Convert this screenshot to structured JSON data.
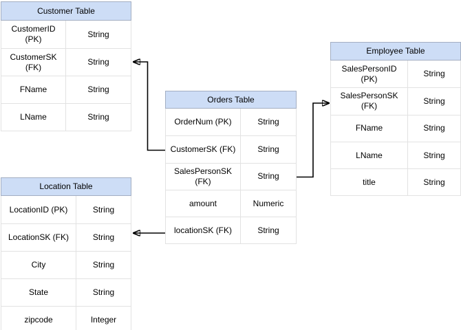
{
  "diagram": {
    "colors": {
      "header_fill": "#cdddf6",
      "header_border": "#a3aec2",
      "row_border": "#e2e2e2",
      "connector": "#000000",
      "background": "#ffffff"
    },
    "tables": [
      {
        "title": "Customer Table",
        "rows": [
          {
            "field": "CustomerID (PK)",
            "type": "String"
          },
          {
            "field": "CustomerSK\n(FK)",
            "type": "String"
          },
          {
            "field": "FName",
            "type": "String"
          },
          {
            "field": "LName",
            "type": "String"
          }
        ]
      },
      {
        "title": "Orders Table",
        "rows": [
          {
            "field": "OrderNum (PK)",
            "type": "String"
          },
          {
            "field": "CustomerSK (FK)",
            "type": "String"
          },
          {
            "field": "SalesPersonSK\n(FK)",
            "type": "String"
          },
          {
            "field": "amount",
            "type": "Numeric"
          },
          {
            "field": "locationSK (FK)",
            "type": "String"
          }
        ]
      },
      {
        "title": "Employee Table",
        "rows": [
          {
            "field": "SalesPersonID (PK)",
            "type": "String"
          },
          {
            "field": "SalesPersonSK\n(FK)",
            "type": "String"
          },
          {
            "field": "FName",
            "type": "String"
          },
          {
            "field": "LName",
            "type": "String"
          },
          {
            "field": "title",
            "type": "String"
          }
        ]
      },
      {
        "title": "Location Table",
        "rows": [
          {
            "field": "LocationID (PK)",
            "type": "String"
          },
          {
            "field": "LocationSK (FK)",
            "type": "String"
          },
          {
            "field": "City",
            "type": "String"
          },
          {
            "field": "State",
            "type": "String"
          },
          {
            "field": "zipcode",
            "type": "Integer"
          }
        ]
      }
    ],
    "connectors": [
      {
        "name": "orders-to-customer",
        "from": "Orders Table: CustomerSK (FK)",
        "to": "Customer Table: CustomerSK (FK)"
      },
      {
        "name": "orders-to-employee",
        "from": "Orders Table: SalesPersonSK (FK)",
        "to": "Employee Table: SalesPersonSK (FK)"
      },
      {
        "name": "orders-to-location",
        "from": "Orders Table: locationSK (FK)",
        "to": "Location Table: LocationSK (FK)"
      }
    ]
  }
}
